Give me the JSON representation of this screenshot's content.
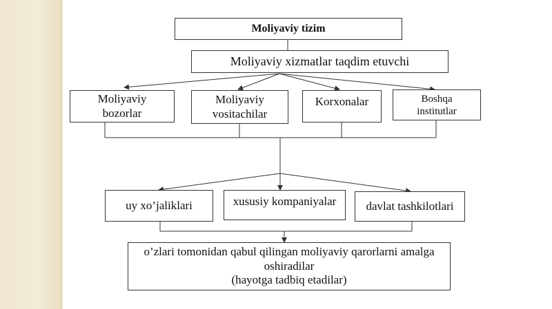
{
  "diagram": {
    "title": "Moliyaviy tizim",
    "providers": "Moliyaviy xizmatlar taqdim etuvchi",
    "institutions": [
      {
        "line1": "Moliyaviy",
        "line2": "bozorlar"
      },
      {
        "line1": "Moliyaviy",
        "line2": "vositachilar"
      },
      {
        "line1": "Korxonalar",
        "line2": ""
      },
      {
        "line1": "Boshqa",
        "line2": "institutlar"
      }
    ],
    "participants": [
      "uy xo’jaliklari",
      "xususiy kompaniyalar",
      "davlat tashkilotlari"
    ],
    "result": {
      "line1": "o’zlari tomonidan qabul qilingan moliyaviy qarorlarni amalga",
      "line2": "oshiradilar",
      "line3": "(hayotga tadbiq etadilar)"
    }
  },
  "colors": {
    "band": "#efe6cf",
    "line": "#333333"
  }
}
